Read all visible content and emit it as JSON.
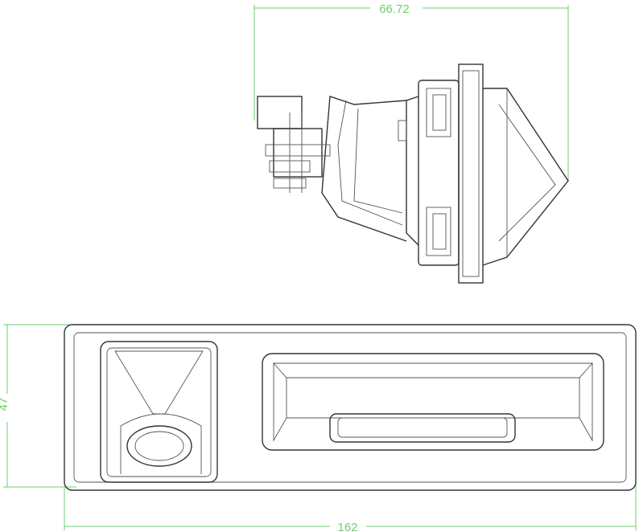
{
  "dimensions": {
    "side_width": "66.72",
    "front_height": "47",
    "front_width": "162"
  },
  "colors": {
    "dimension_line": "#6ccf6c",
    "outline": "#333333"
  }
}
